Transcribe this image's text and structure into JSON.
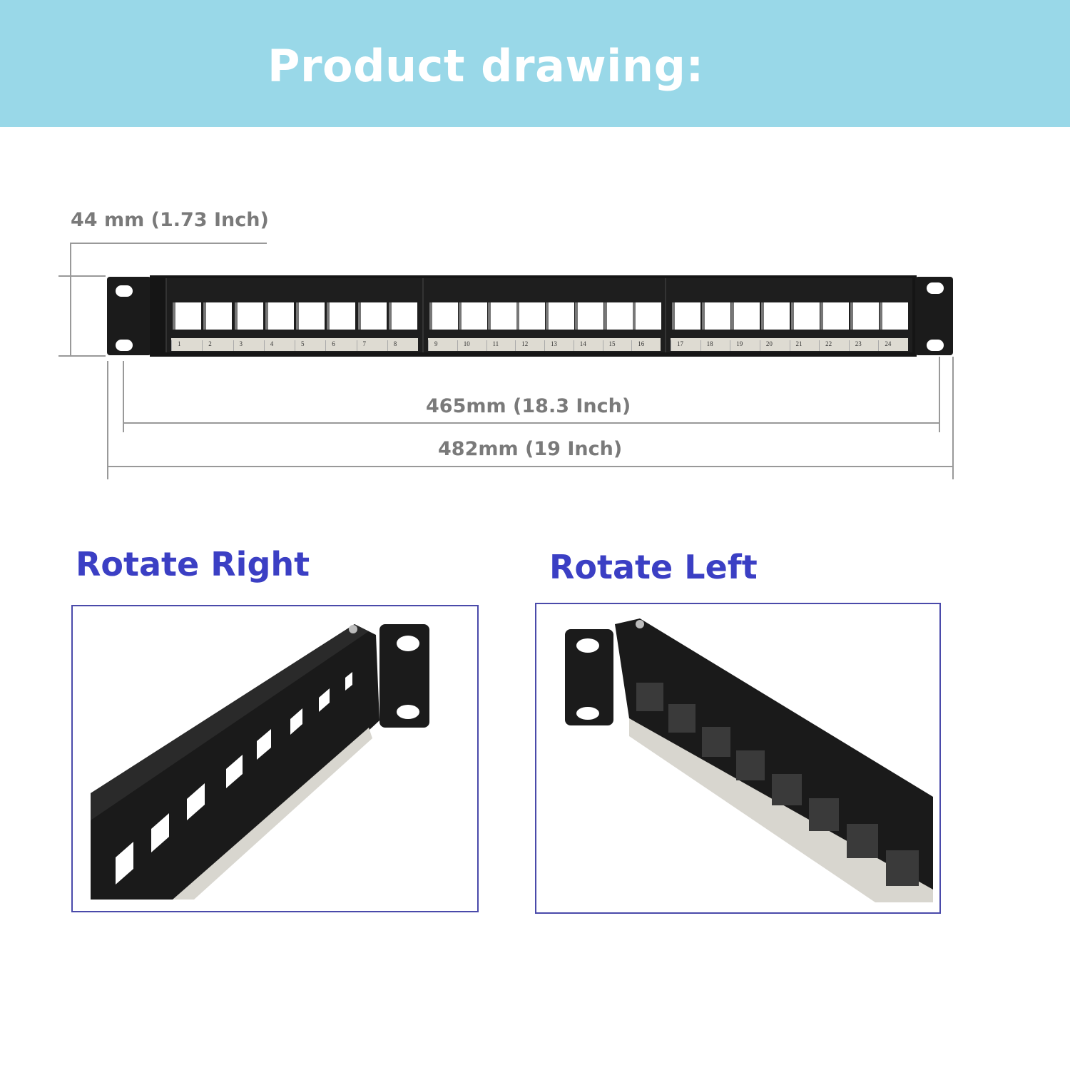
{
  "header": {
    "title": "Product drawing:",
    "background": "#99d8e8"
  },
  "dimensions": {
    "height": "44 mm (1.73 Inch)",
    "inner_width": "465mm (18.3 Inch)",
    "outer_width": "482mm (19 Inch)"
  },
  "panel": {
    "port_labels": [
      "1",
      "2",
      "3",
      "4",
      "5",
      "6",
      "7",
      "8",
      "9",
      "10",
      "11",
      "12",
      "13",
      "14",
      "15",
      "16",
      "17",
      "18",
      "19",
      "20",
      "21",
      "22",
      "23",
      "24"
    ]
  },
  "views": [
    {
      "label": "Rotate Right"
    },
    {
      "label": "Rotate Left"
    }
  ],
  "colors": {
    "heading": "#3b3fc4",
    "frame": "#4a4aaa",
    "dimension_text": "#7a7a7a"
  }
}
